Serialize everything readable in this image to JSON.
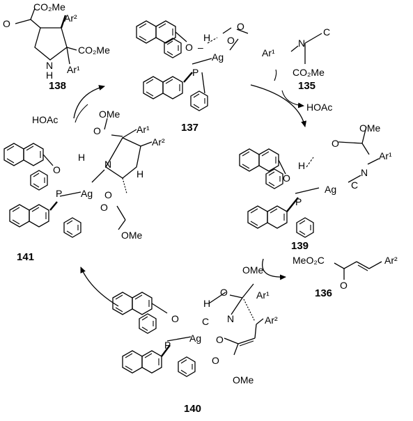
{
  "compounds": {
    "c138": {
      "number": "138",
      "co2me": "CO₂Me",
      "ester": "CO₂Me",
      "ar1": "Ar¹",
      "ar2": "Ar²",
      "nh": "N",
      "h": "H"
    },
    "c137": {
      "number": "137",
      "ag": "Ag",
      "p": "P"
    },
    "c135": {
      "number": "135",
      "ar1": "Ar¹",
      "iso": "N",
      "iso_c": "C",
      "ester": "CO₂Me"
    },
    "c139": {
      "number": "139",
      "ome": "OMe",
      "o": "O",
      "ar1": "Ar¹",
      "ag": "Ag",
      "p": "P",
      "n": "N",
      "c": "C"
    },
    "c136": {
      "number": "136",
      "ester": "MeO₂C",
      "o": "O",
      "ar2": "Ar²"
    },
    "c140": {
      "number": "140",
      "ome": "OMe",
      "ome2": "OMe",
      "ar1": "Ar¹",
      "ar2": "Ar²",
      "ag": "Ag",
      "p": "P",
      "n": "N",
      "c": "C"
    },
    "c141": {
      "number": "141",
      "ome": "OMe",
      "ome2": "OMe",
      "ar1": "Ar¹",
      "ar2": "Ar²",
      "ag": "Ag",
      "p": "P",
      "n": "N",
      "h": "H"
    }
  },
  "reagents": {
    "hoac_out": "HOAc",
    "hoac_in": "HOAc"
  },
  "colors": {
    "ink": "#000000",
    "background": "#ffffff"
  }
}
